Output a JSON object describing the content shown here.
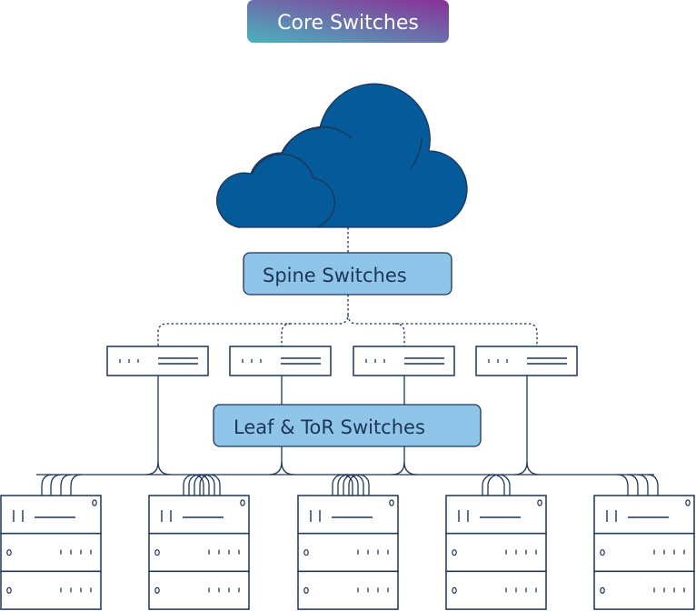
{
  "title_badge": {
    "label": "Core Switches",
    "gradient_start": "#4bb3bd",
    "gradient_end": "#8a2f98",
    "text_color": "#ffffff"
  },
  "cloud": {
    "name": "core-network-cloud",
    "fill": "#055a99",
    "stroke": "#1d3557"
  },
  "spine": {
    "label": "Spine Switches",
    "fill": "#8ec5e9",
    "stroke": "#1d3557",
    "text_color": "#1d3557"
  },
  "leaf_group": {
    "label": "Leaf & ToR Switches",
    "fill": "#8ec5e9",
    "stroke": "#1d3557",
    "text_color": "#1d3557"
  },
  "leaf_switches": [
    {
      "id": "leaf-1"
    },
    {
      "id": "leaf-2"
    },
    {
      "id": "leaf-3"
    },
    {
      "id": "leaf-4"
    }
  ],
  "servers": [
    {
      "id": "server-1",
      "uplinks": 4
    },
    {
      "id": "server-2",
      "uplinks": 4
    },
    {
      "id": "server-3",
      "uplinks": 4
    },
    {
      "id": "server-4",
      "uplinks": 3
    },
    {
      "id": "server-5",
      "uplinks": 4
    }
  ],
  "line_color": "#1d3557"
}
